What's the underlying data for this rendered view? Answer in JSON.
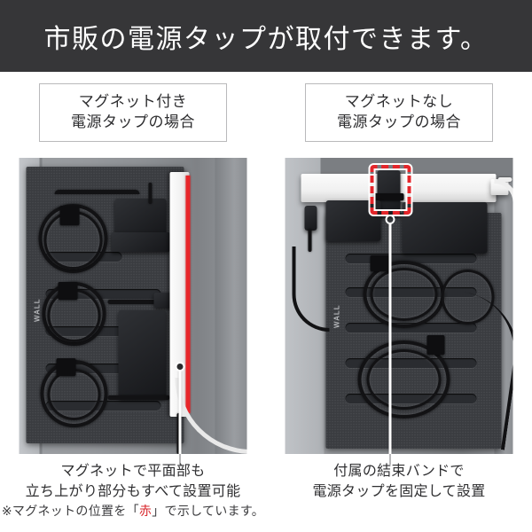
{
  "header": {
    "title": "市販の電源タップが取付できます。"
  },
  "panels": [
    {
      "id": "with-magnet",
      "label": {
        "line1": "マグネット付き",
        "line2": "電源タップの場合"
      },
      "photo": {
        "alt": "マグネット付き電源タップを取り付けた配線トレーの写真",
        "wall_mark": "WALL",
        "magnet_color": "#e8262a"
      },
      "caption": {
        "line1": "マグネットで平面部も",
        "line2": "立ち上がり部分もすべて設置可能",
        "note_prefix": "※マグネットの位置を「",
        "note_red": "赤",
        "note_suffix": "」で示しています。"
      }
    },
    {
      "id": "without-magnet",
      "label": {
        "line1": "マグネットなし",
        "line2": "電源タップの場合"
      },
      "photo": {
        "alt": "マグネットなし電源タップを結束バンドで固定した配線トレーの写真",
        "wall_mark": "WALL",
        "highlight_color": "#e4262b"
      },
      "caption": {
        "line1": "付属の結束バンドで",
        "line2": "電源タップを固定して設置"
      }
    }
  ],
  "colors": {
    "header_bg": "#363638",
    "header_text": "#ffffff",
    "frame": "#333335",
    "accent_red": "#e4262b",
    "body_bg": "#ffffff",
    "text": "#2f2f31"
  }
}
